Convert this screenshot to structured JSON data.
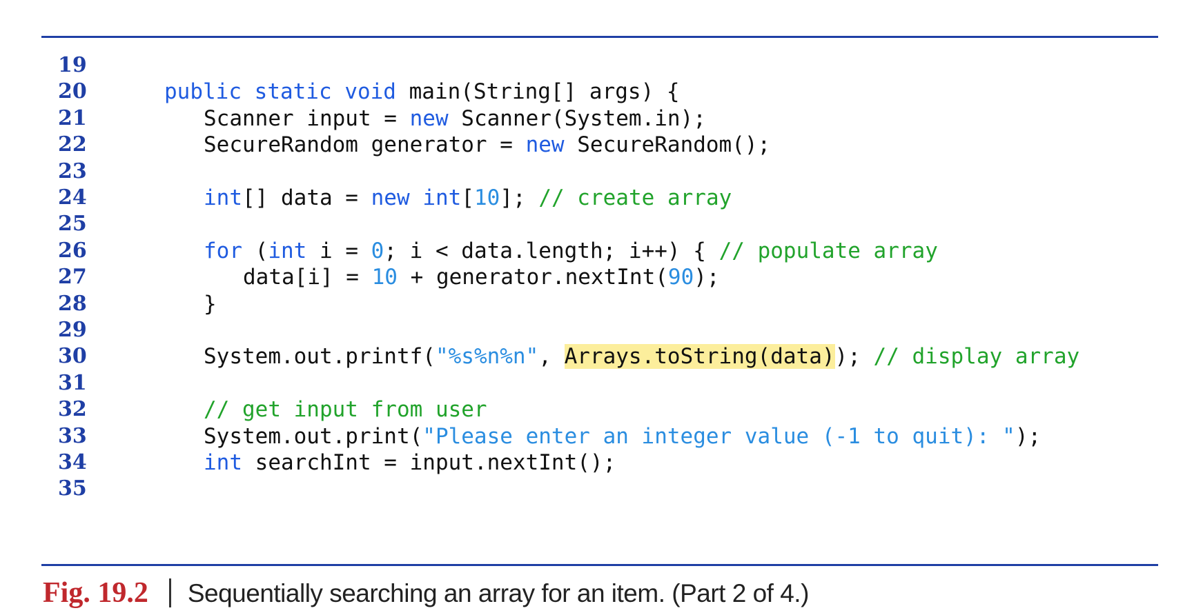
{
  "colors": {
    "keyword": "#1f5be0",
    "literal": "#2a8de0",
    "comment": "#21a32b",
    "plain": "#111111",
    "highlight": "#fcee9c",
    "line_number": "#1f3fa5",
    "figure_label": "#c0282d"
  },
  "lines": [
    {
      "num": "19",
      "indent": 0,
      "tokens": []
    },
    {
      "num": "20",
      "indent": 1,
      "tokens": [
        {
          "t": "public",
          "k": "keyword"
        },
        {
          "t": " ",
          "k": "plain"
        },
        {
          "t": "static",
          "k": "keyword"
        },
        {
          "t": " ",
          "k": "plain"
        },
        {
          "t": "void",
          "k": "keyword"
        },
        {
          "t": " main(String[] args) {",
          "k": "plain"
        }
      ]
    },
    {
      "num": "21",
      "indent": 2,
      "tokens": [
        {
          "t": "Scanner input = ",
          "k": "plain"
        },
        {
          "t": "new",
          "k": "keyword"
        },
        {
          "t": " Scanner(System.in);",
          "k": "plain"
        }
      ]
    },
    {
      "num": "22",
      "indent": 2,
      "tokens": [
        {
          "t": "SecureRandom generator = ",
          "k": "plain"
        },
        {
          "t": "new",
          "k": "keyword"
        },
        {
          "t": " SecureRandom();",
          "k": "plain"
        }
      ]
    },
    {
      "num": "23",
      "indent": 0,
      "tokens": []
    },
    {
      "num": "24",
      "indent": 2,
      "tokens": [
        {
          "t": "int",
          "k": "keyword"
        },
        {
          "t": "[] data = ",
          "k": "plain"
        },
        {
          "t": "new",
          "k": "keyword"
        },
        {
          "t": " ",
          "k": "plain"
        },
        {
          "t": "int",
          "k": "keyword"
        },
        {
          "t": "[",
          "k": "plain"
        },
        {
          "t": "10",
          "k": "literal"
        },
        {
          "t": "]; ",
          "k": "plain"
        },
        {
          "t": "// create array",
          "k": "comment"
        }
      ]
    },
    {
      "num": "25",
      "indent": 0,
      "tokens": []
    },
    {
      "num": "26",
      "indent": 2,
      "tokens": [
        {
          "t": "for",
          "k": "keyword"
        },
        {
          "t": " (",
          "k": "plain"
        },
        {
          "t": "int",
          "k": "keyword"
        },
        {
          "t": " i = ",
          "k": "plain"
        },
        {
          "t": "0",
          "k": "literal"
        },
        {
          "t": "; i < data.length; i++) { ",
          "k": "plain"
        },
        {
          "t": "// populate array",
          "k": "comment"
        }
      ]
    },
    {
      "num": "27",
      "indent": 3,
      "tokens": [
        {
          "t": "data[i] = ",
          "k": "plain"
        },
        {
          "t": "10",
          "k": "literal"
        },
        {
          "t": " + generator.nextInt(",
          "k": "plain"
        },
        {
          "t": "90",
          "k": "literal"
        },
        {
          "t": ");",
          "k": "plain"
        }
      ]
    },
    {
      "num": "28",
      "indent": 2,
      "tokens": [
        {
          "t": "}",
          "k": "plain"
        }
      ]
    },
    {
      "num": "29",
      "indent": 0,
      "tokens": []
    },
    {
      "num": "30",
      "indent": 2,
      "tokens": [
        {
          "t": "System.out.printf(",
          "k": "plain"
        },
        {
          "t": "\"%s%n%n\"",
          "k": "literal"
        },
        {
          "t": ", ",
          "k": "plain"
        },
        {
          "t": "Arrays.toString(data)",
          "k": "highlight"
        },
        {
          "t": "); ",
          "k": "plain"
        },
        {
          "t": "// display array",
          "k": "comment"
        }
      ]
    },
    {
      "num": "31",
      "indent": 0,
      "tokens": []
    },
    {
      "num": "32",
      "indent": 2,
      "tokens": [
        {
          "t": "// get input from user",
          "k": "comment"
        }
      ]
    },
    {
      "num": "33",
      "indent": 2,
      "tokens": [
        {
          "t": "System.out.print(",
          "k": "plain"
        },
        {
          "t": "\"Please enter an integer value (-1 to quit): \"",
          "k": "literal"
        },
        {
          "t": ");",
          "k": "plain"
        }
      ]
    },
    {
      "num": "34",
      "indent": 2,
      "tokens": [
        {
          "t": "int",
          "k": "keyword"
        },
        {
          "t": " searchInt = input.nextInt();",
          "k": "plain"
        }
      ]
    },
    {
      "num": "35",
      "indent": 0,
      "tokens": []
    }
  ],
  "caption": {
    "label": "Fig. 19.2",
    "text": "Sequentially searching an array for an item. (Part 2 of 4.)"
  }
}
